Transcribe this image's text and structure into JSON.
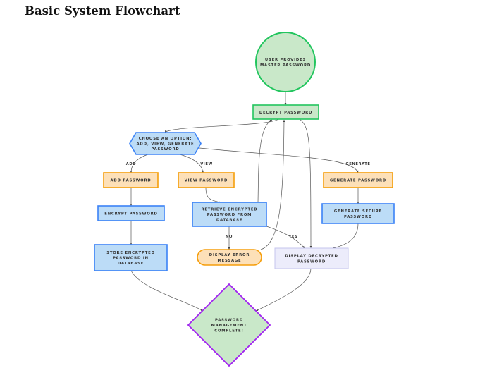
{
  "title": "Basic System Flowchart",
  "nodes": {
    "start": {
      "lines": [
        "USER PROVIDES",
        "MASTER PASSWORD"
      ],
      "fill": "#c9e8c9",
      "stroke": "#22c55e"
    },
    "decrypt": {
      "lines": [
        "DECRYPT PASSWORD"
      ],
      "fill": "#c9e8c9",
      "stroke": "#22c55e"
    },
    "choose": {
      "lines": [
        "CHOOSE AN OPTION:",
        "ADD, VIEW, GENERATE",
        "PASSWORD"
      ],
      "fill": "#bcdcf7",
      "stroke": "#3b82f6"
    },
    "add": {
      "lines": [
        "ADD PASSWORD"
      ],
      "fill": "#fde0b8",
      "stroke": "#f59e0b"
    },
    "view": {
      "lines": [
        "VIEW PASSWORD"
      ],
      "fill": "#fde0b8",
      "stroke": "#f59e0b"
    },
    "generate": {
      "lines": [
        "GENERATE PASSWORD"
      ],
      "fill": "#fde0b8",
      "stroke": "#f59e0b"
    },
    "encrypt": {
      "lines": [
        "ENCRYPT PASSWORD"
      ],
      "fill": "#bcdcf7",
      "stroke": "#3b82f6"
    },
    "retrieve": {
      "lines": [
        "RETRIEVE ENCRYPTED",
        "PASSWORD FROM",
        "DATABASE"
      ],
      "fill": "#bcdcf7",
      "stroke": "#3b82f6"
    },
    "gensecure": {
      "lines": [
        "GENERATE SECURE",
        "PASSWORD"
      ],
      "fill": "#bcdcf7",
      "stroke": "#3b82f6"
    },
    "store": {
      "lines": [
        "STORE ENCRYPTED",
        "PASSWORD IN",
        "DATABASE"
      ],
      "fill": "#bcdcf7",
      "stroke": "#3b82f6"
    },
    "error": {
      "lines": [
        "DISPLAY ERROR",
        "MESSAGE"
      ],
      "fill": "#fde0b8",
      "stroke": "#f59e0b"
    },
    "displaydec": {
      "lines": [
        "DISPLAY DECRYPTED",
        "PASSWORD"
      ],
      "fill": "#ececfb",
      "stroke": "#c4c4ee"
    },
    "complete": {
      "lines": [
        "PASSWORD",
        "MANAGEMENT",
        "COMPLETE!"
      ],
      "fill": "#c9e8c9",
      "stroke": "#a020f0"
    }
  },
  "edge_labels": {
    "add": "ADD",
    "view": "VIEW",
    "generate": "GENERATE",
    "no": "NO",
    "yes": "YES"
  }
}
